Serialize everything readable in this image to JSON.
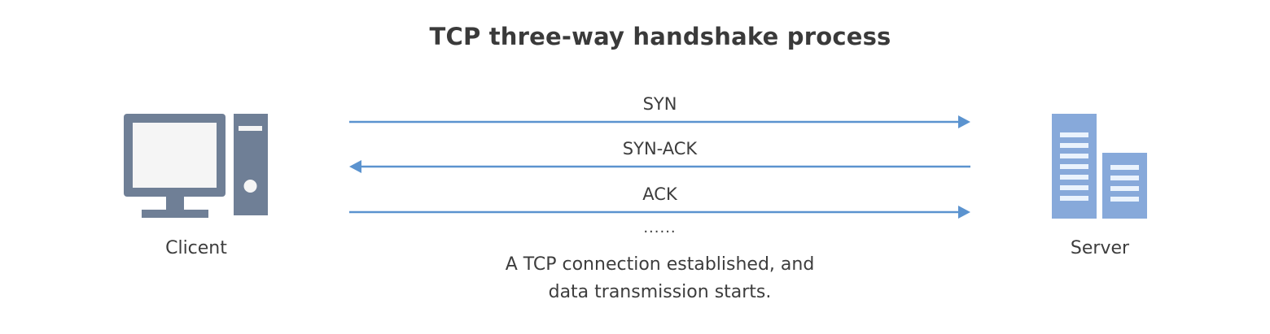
{
  "title": "TCP three-way handshake process",
  "client": {
    "label": "Clicent",
    "icon": "desktop-computer-icon",
    "color": "#6f7f96",
    "screen_color": "#f5f5f5"
  },
  "server": {
    "label": "Server",
    "icon": "server-buildings-icon",
    "color": "#87a9da",
    "stripe_color": "#eaf3fd"
  },
  "messages": [
    {
      "label": "SYN",
      "direction": "client-to-server"
    },
    {
      "label": "SYN-ACK",
      "direction": "server-to-client"
    },
    {
      "label": "ACK",
      "direction": "client-to-server"
    }
  ],
  "arrow_color": "#5b93cf",
  "continuation": "......",
  "note": {
    "line1": "A TCP connection established, and",
    "line2": "data transmission starts."
  }
}
